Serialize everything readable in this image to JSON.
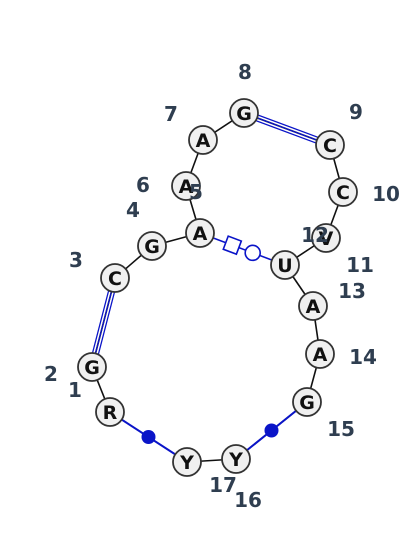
{
  "diagram": {
    "type": "rna-secondary-structure",
    "colors": {
      "backbone": "#111111",
      "interaction": "#0a14c8",
      "number": "#2f3e50",
      "node_fill": "#f0f0f0",
      "node_stroke": "#333333"
    },
    "nucleotides": [
      {
        "id": 1,
        "base": "R",
        "number": "1"
      },
      {
        "id": 2,
        "base": "G",
        "number": "2"
      },
      {
        "id": 3,
        "base": "C",
        "number": "3"
      },
      {
        "id": 4,
        "base": "G",
        "number": "4"
      },
      {
        "id": 5,
        "base": "A",
        "number": "5"
      },
      {
        "id": 6,
        "base": "A",
        "number": "6"
      },
      {
        "id": 7,
        "base": "A",
        "number": "7"
      },
      {
        "id": 8,
        "base": "G",
        "number": "8"
      },
      {
        "id": 9,
        "base": "C",
        "number": "9"
      },
      {
        "id": 10,
        "base": "C",
        "number": "10"
      },
      {
        "id": 11,
        "base": "V",
        "number": "11"
      },
      {
        "id": 12,
        "base": "U",
        "number": "12"
      },
      {
        "id": 13,
        "base": "A",
        "number": "13"
      },
      {
        "id": 14,
        "base": "A",
        "number": "14"
      },
      {
        "id": 15,
        "base": "G",
        "number": "15"
      },
      {
        "id": 16,
        "base": "Y",
        "number": "16"
      },
      {
        "id": 17,
        "base": "Y",
        "number": "17"
      }
    ],
    "interactions": [
      {
        "from": 2,
        "to": 3,
        "style": "triple-line"
      },
      {
        "from": 8,
        "to": 9,
        "style": "triple-line"
      },
      {
        "from": 5,
        "to": 12,
        "style": "square-circle"
      },
      {
        "from": 1,
        "to": 17,
        "style": "dot"
      },
      {
        "from": 15,
        "to": 16,
        "style": "dot"
      }
    ]
  }
}
